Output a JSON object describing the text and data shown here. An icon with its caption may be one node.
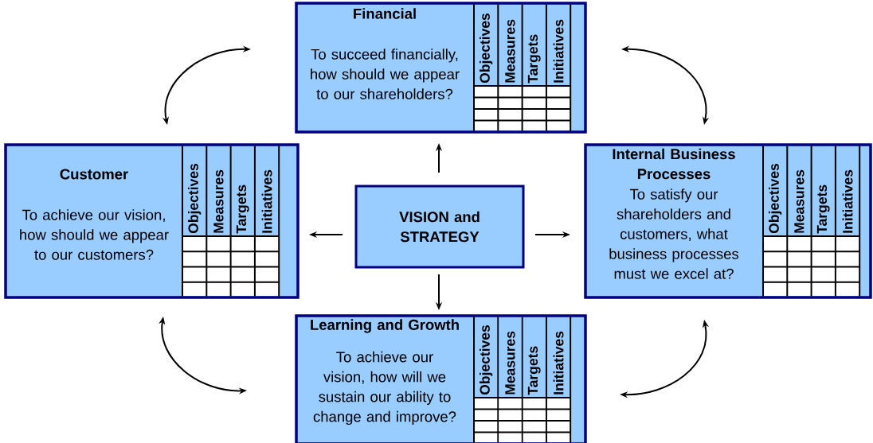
{
  "diagram": {
    "nodes": [
      {
        "text": [
          "Financial",
          "To succeed financially, how should we appear to our shareholders?",
          "Objectives",
          "Measures",
          "Targets",
          "Initiatives"
        ]
      },
      {
        "text": [
          "Customer",
          "To achieve our vision, how should we appear to our customers?",
          "Objectives",
          "Measures",
          "Targets",
          "Initiatives"
        ]
      },
      {
        "text": [
          "VISION and STRATEGY"
        ]
      },
      {
        "text": [
          "Internal Business Processes",
          "To satisfy our shareholders and customers, what business processes must we excel at?",
          "Objectives",
          "Measures",
          "Targets",
          "Initiatives"
        ]
      },
      {
        "text": [
          "Learning and Growth",
          "To achieve our vision, how will we sustain our ability to change and improve?",
          "Objectives",
          "Measures",
          "Targets",
          "Initiatives"
        ]
      }
    ],
    "edges": [
      {
        "from": 2,
        "to": 0,
        "arrow": "to"
      },
      {
        "from": 2,
        "to": 1,
        "arrow": "to"
      },
      {
        "from": 2,
        "to": 3,
        "arrow": "to"
      },
      {
        "from": 2,
        "to": 4,
        "arrow": "to"
      },
      {
        "from": 1,
        "to": 0,
        "arrow": "both"
      },
      {
        "from": 0,
        "to": 3,
        "arrow": "both"
      },
      {
        "from": 3,
        "to": 4,
        "arrow": "both"
      },
      {
        "from": 4,
        "to": 1,
        "arrow": "both"
      }
    ]
  }
}
